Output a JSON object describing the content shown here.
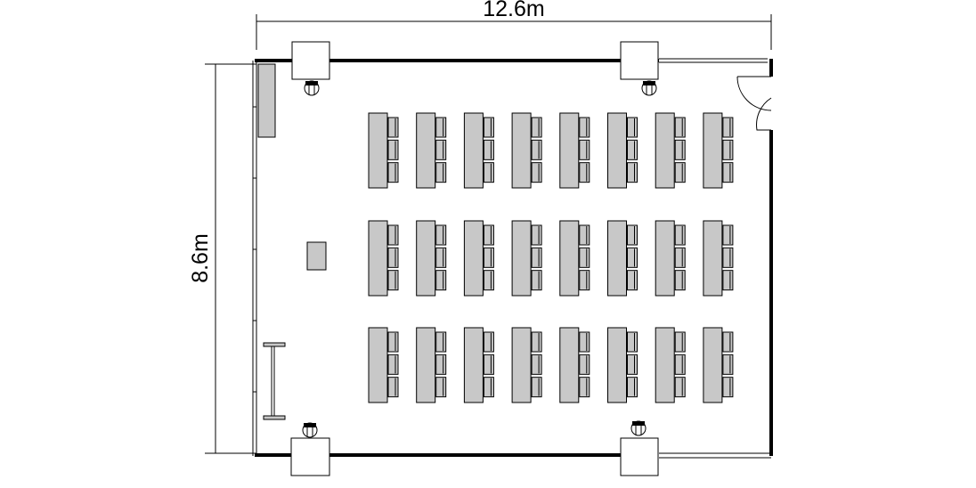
{
  "dimensions": {
    "width_label": "12.6m",
    "height_label": "8.6m"
  },
  "layout": {
    "desk_rows": 3,
    "desk_columns": 8,
    "chairs_per_desk": 3
  },
  "colors": {
    "furniture_fill": "#c8c8c8",
    "wall": "#000000",
    "background": "#ffffff"
  }
}
